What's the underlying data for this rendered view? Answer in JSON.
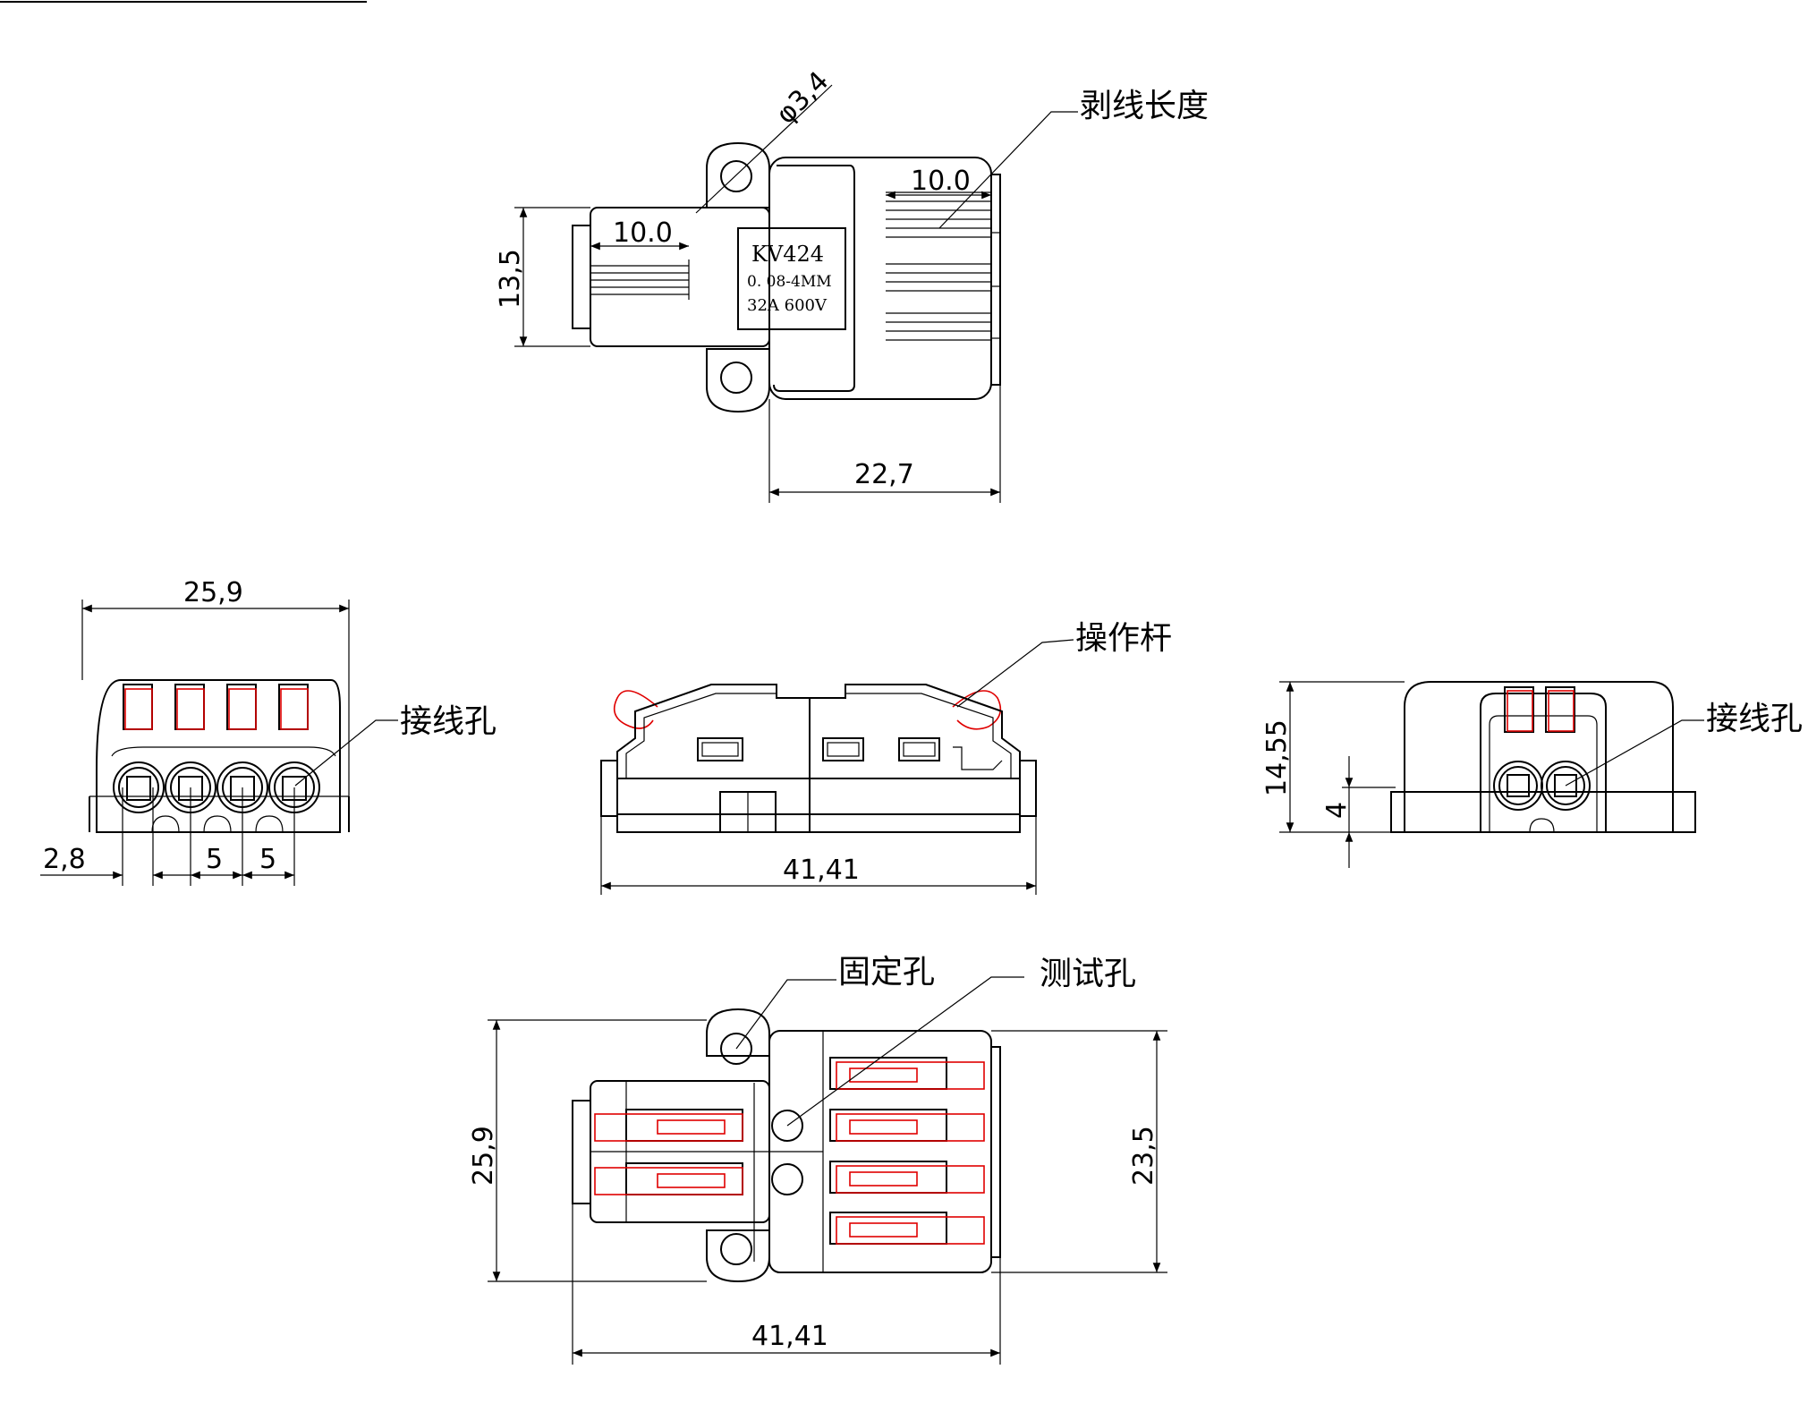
{
  "model_label": {
    "name": "KV424",
    "wire_range": "0. 08-4MM",
    "rating": "32A  600V"
  },
  "dimensions": {
    "hole_diameter": "φ3,4",
    "strip_length_right": "10.0",
    "strip_length_left": "10.0",
    "top_height": "13,5",
    "top_width": "22,7",
    "front_width": "25,9",
    "pitch_offset": "2,8",
    "pitch_1": "5",
    "pitch_2": "5",
    "side_length": "41,41",
    "end_height": "14,55",
    "end_hole_height": "4",
    "bottom_height_left": "25,9",
    "bottom_height_right": "23,5",
    "bottom_length": "41,41"
  },
  "callouts": {
    "strip_length": "剥线长度",
    "wire_hole_front": "接线孔",
    "lever": "操作杆",
    "wire_hole_end": "接线孔",
    "mount_hole": "固定孔",
    "test_hole": "测试孔"
  },
  "colors": {
    "line": "#000000",
    "highlight": "#e00000"
  }
}
